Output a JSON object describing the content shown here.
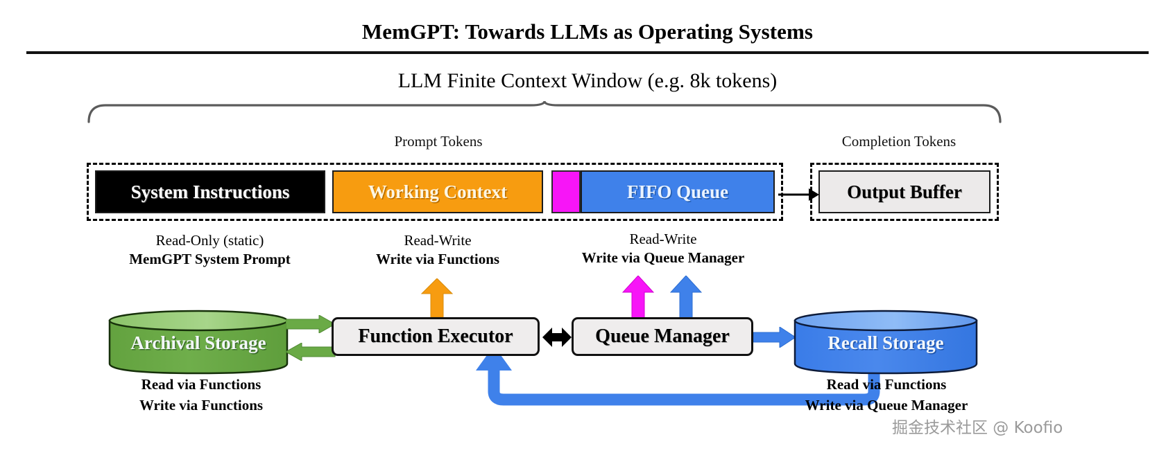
{
  "paper": {
    "title": "MemGPT: Towards LLMs as Operating Systems"
  },
  "diagram": {
    "context_window_title": "LLM Finite Context Window (e.g. 8k tokens)",
    "token_groups": {
      "prompt_label": "Prompt Tokens",
      "completion_label": "Completion Tokens"
    },
    "context_blocks": [
      {
        "id": "system-instructions",
        "label": "System Instructions",
        "fill": "#000000",
        "text_color": "#ffffff"
      },
      {
        "id": "working-context",
        "label": "Working Context",
        "fill": "#f79c10",
        "text_color": "#fdf6e3"
      },
      {
        "id": "magenta-slot",
        "label": "",
        "fill": "#f715f7",
        "text_color": "#000000"
      },
      {
        "id": "fifo-queue",
        "label": "FIFO Queue",
        "fill": "#3f81ea",
        "text_color": "#eaf3ff"
      },
      {
        "id": "output-buffer",
        "label": "Output Buffer",
        "fill": "#eceaea",
        "text_color": "#000000"
      }
    ],
    "captions": {
      "system": {
        "line1": "Read-Only (static)",
        "line2": "MemGPT System Prompt"
      },
      "working": {
        "line1": "Read-Write",
        "line2": "Write via Functions"
      },
      "queue": {
        "line1": "Read-Write",
        "line2": "Write via Queue Manager"
      }
    },
    "components": {
      "archival_storage": "Archival Storage",
      "recall_storage": "Recall Storage",
      "function_executor": "Function Executor",
      "queue_manager": "Queue Manager"
    },
    "storage_captions": {
      "archival": {
        "line1": "Read via Functions",
        "line2": "Write via Functions"
      },
      "recall": {
        "line1": "Read via Functions",
        "line2": "Write via Queue Manager"
      }
    },
    "colors": {
      "orange": "#f79c10",
      "blue": "#3f81ea",
      "magenta": "#f715f7",
      "green": "#6aaa46",
      "black": "#000000",
      "brace_gray": "#5b5b5b",
      "watermark_gray": "#9a9a9a"
    }
  },
  "watermark": {
    "text": "掘金技术社区 @ Koofio"
  }
}
